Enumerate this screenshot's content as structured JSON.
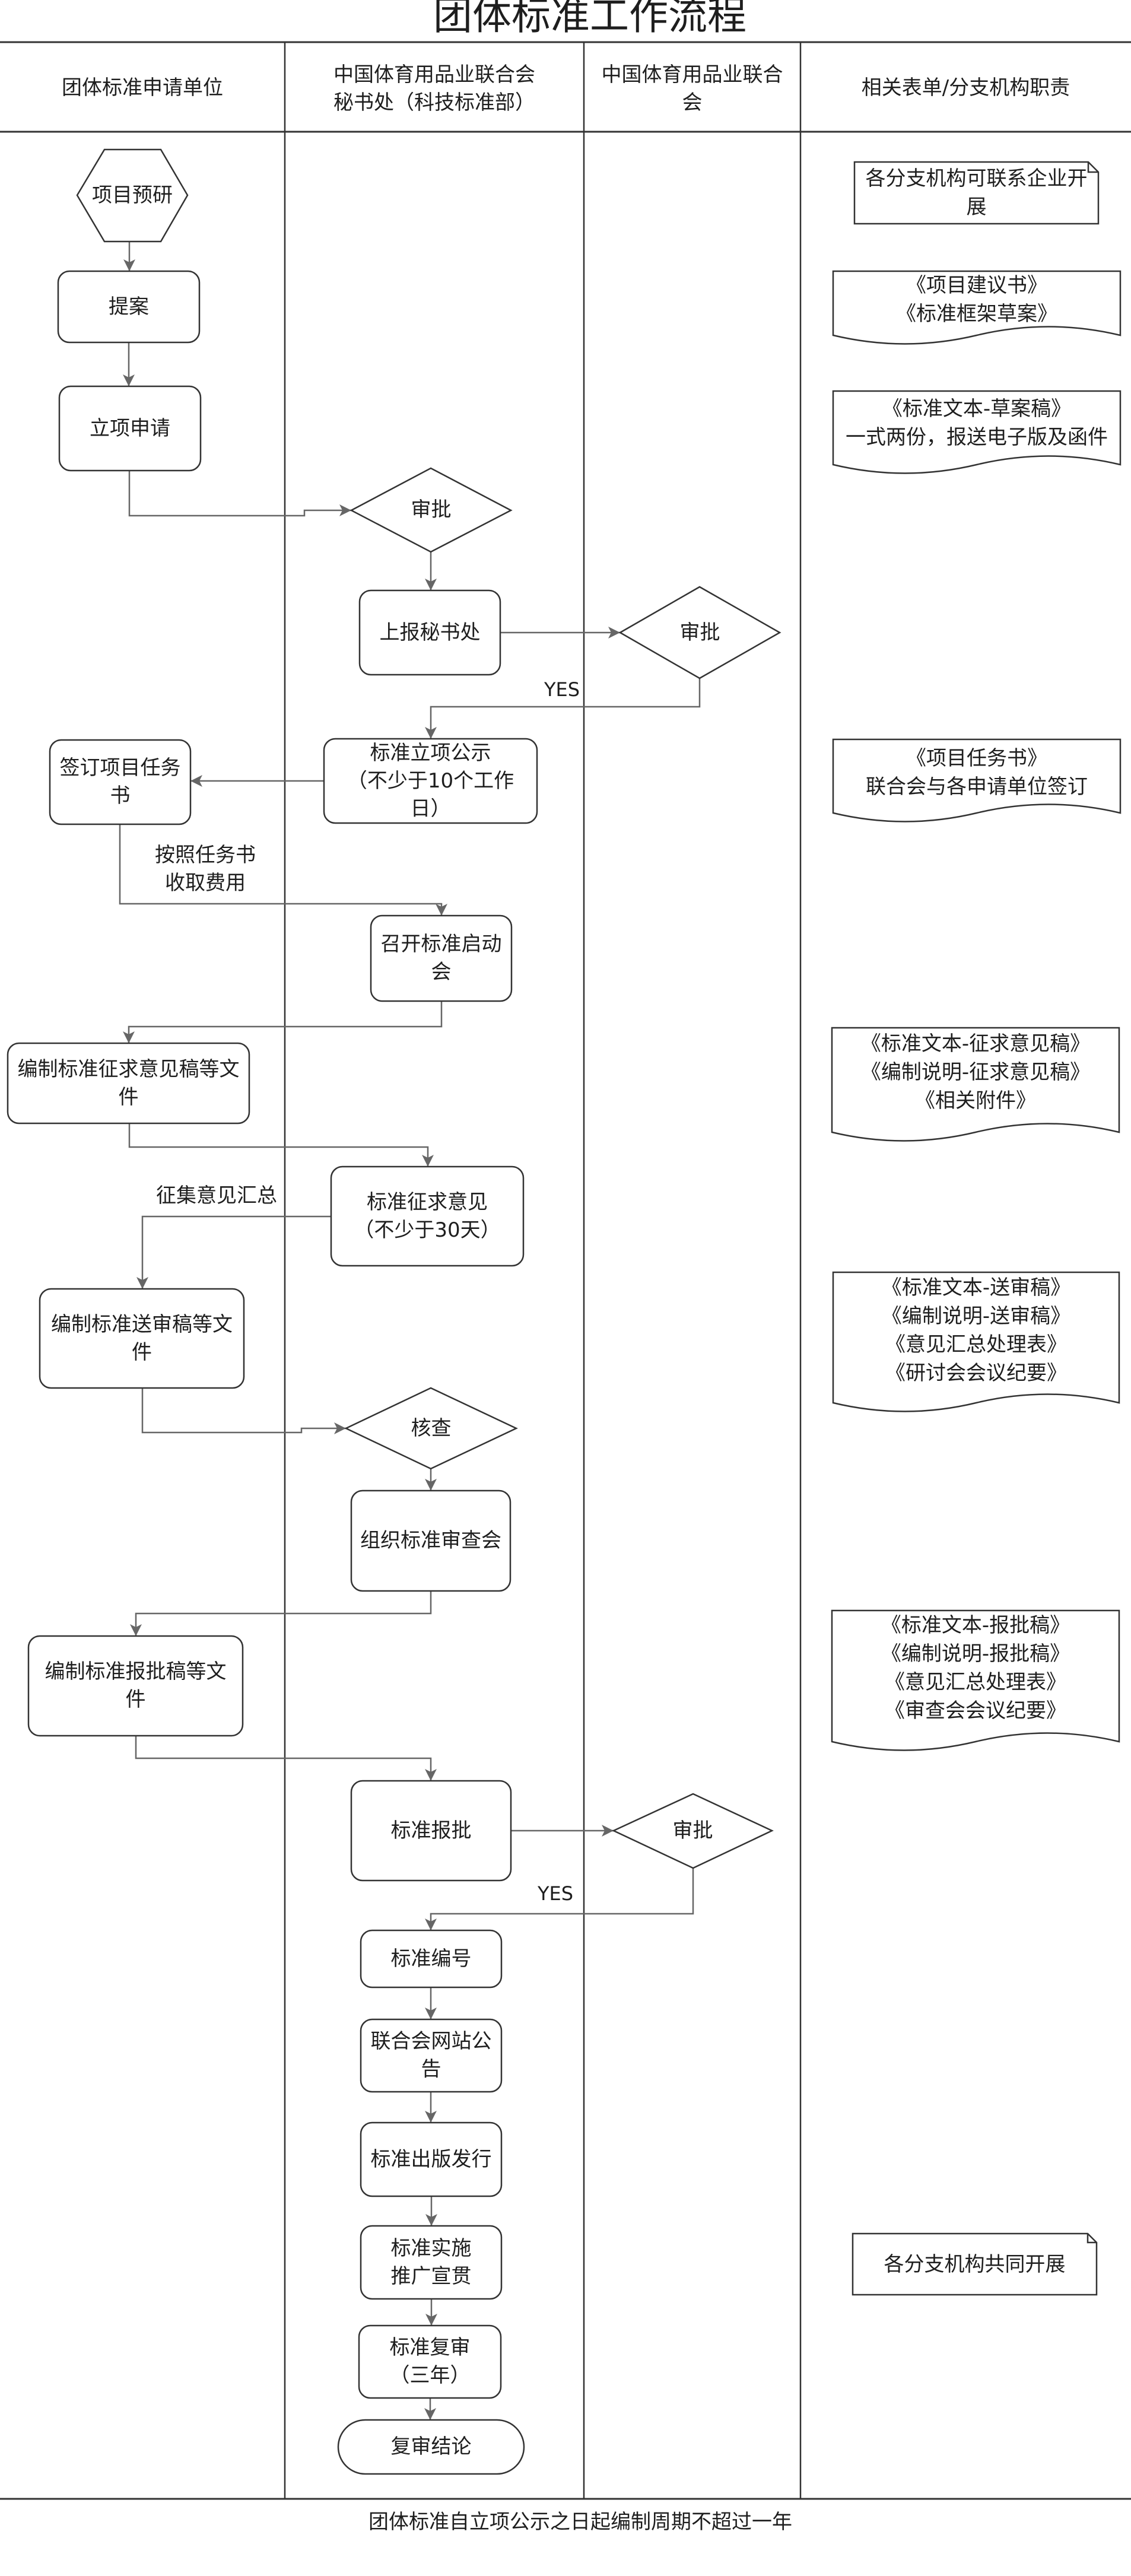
{
  "title": "团体标准工作流程",
  "lanes": {
    "applicant": "团体标准申请单位",
    "secretariat": "中国体育用品业联合会\n秘书处（科技标准部）",
    "federation": "中国体育用品业联合\n会",
    "forms": "相关表单/分支机构职责"
  },
  "flow": {
    "project_research": "项目预研",
    "proposal": "提案",
    "application": "立项申请",
    "approval_1": "审批",
    "report_secretariat": "上报秘书处",
    "approval_2": "审批",
    "yes_1": "YES",
    "announcement": "标准立项公示\n（不少于10个工作\n日）",
    "sign_task_book": "签订项目任务\n书",
    "fee_note": "按照任务书\n收取费用",
    "kickoff": "召开标准启动\n会",
    "draft_comments": "编制标准征求意见稿等文\n件",
    "solicit_comments": "标准征求意见\n（不少于30天）",
    "collect_comments": "征集意见汇总",
    "draft_review": "编制标准送审稿等文\n件",
    "check": "核查",
    "review_meeting": "组织标准审查会",
    "draft_approval": "编制标准报批稿等文\n件",
    "submit_approval": "标准报批",
    "approval_3": "审批",
    "yes_2": "YES",
    "numbering": "标准编号",
    "website_notice": "联合会网站公\n告",
    "publication": "标准出版发行",
    "implementation": "标准实施\n推广宣贯",
    "review": "标准复审\n（三年）",
    "conclusion": "复审结论"
  },
  "forms": {
    "note_research": "各分支机构可联系企业开\n展",
    "doc_proposal": "《项目建议书》\n《标准框架草案》",
    "doc_application": "《标准文本-草案稿》\n一式两份，报送电子版及函件",
    "doc_task_book": "《项目任务书》\n联合会与各申请单位签订",
    "doc_comments": "《标准文本-征求意见稿》\n《编制说明-征求意见稿》\n《相关附件》",
    "doc_review": "《标准文本-送审稿》\n《编制说明-送审稿》\n《意见汇总处理表》\n《研讨会会议纪要》",
    "doc_approval": "《标准文本-报批稿》\n《编制说明-报批稿》\n《意见汇总处理表》\n《审查会会议纪要》",
    "note_implementation": "各分支机构共同开展"
  },
  "footer": "团体标准自立项公示之日起编制周期不超过一年",
  "colors": {
    "text": "#1e1e1e",
    "grid": "#333333",
    "shape": "#333333",
    "connector": "#666666"
  }
}
